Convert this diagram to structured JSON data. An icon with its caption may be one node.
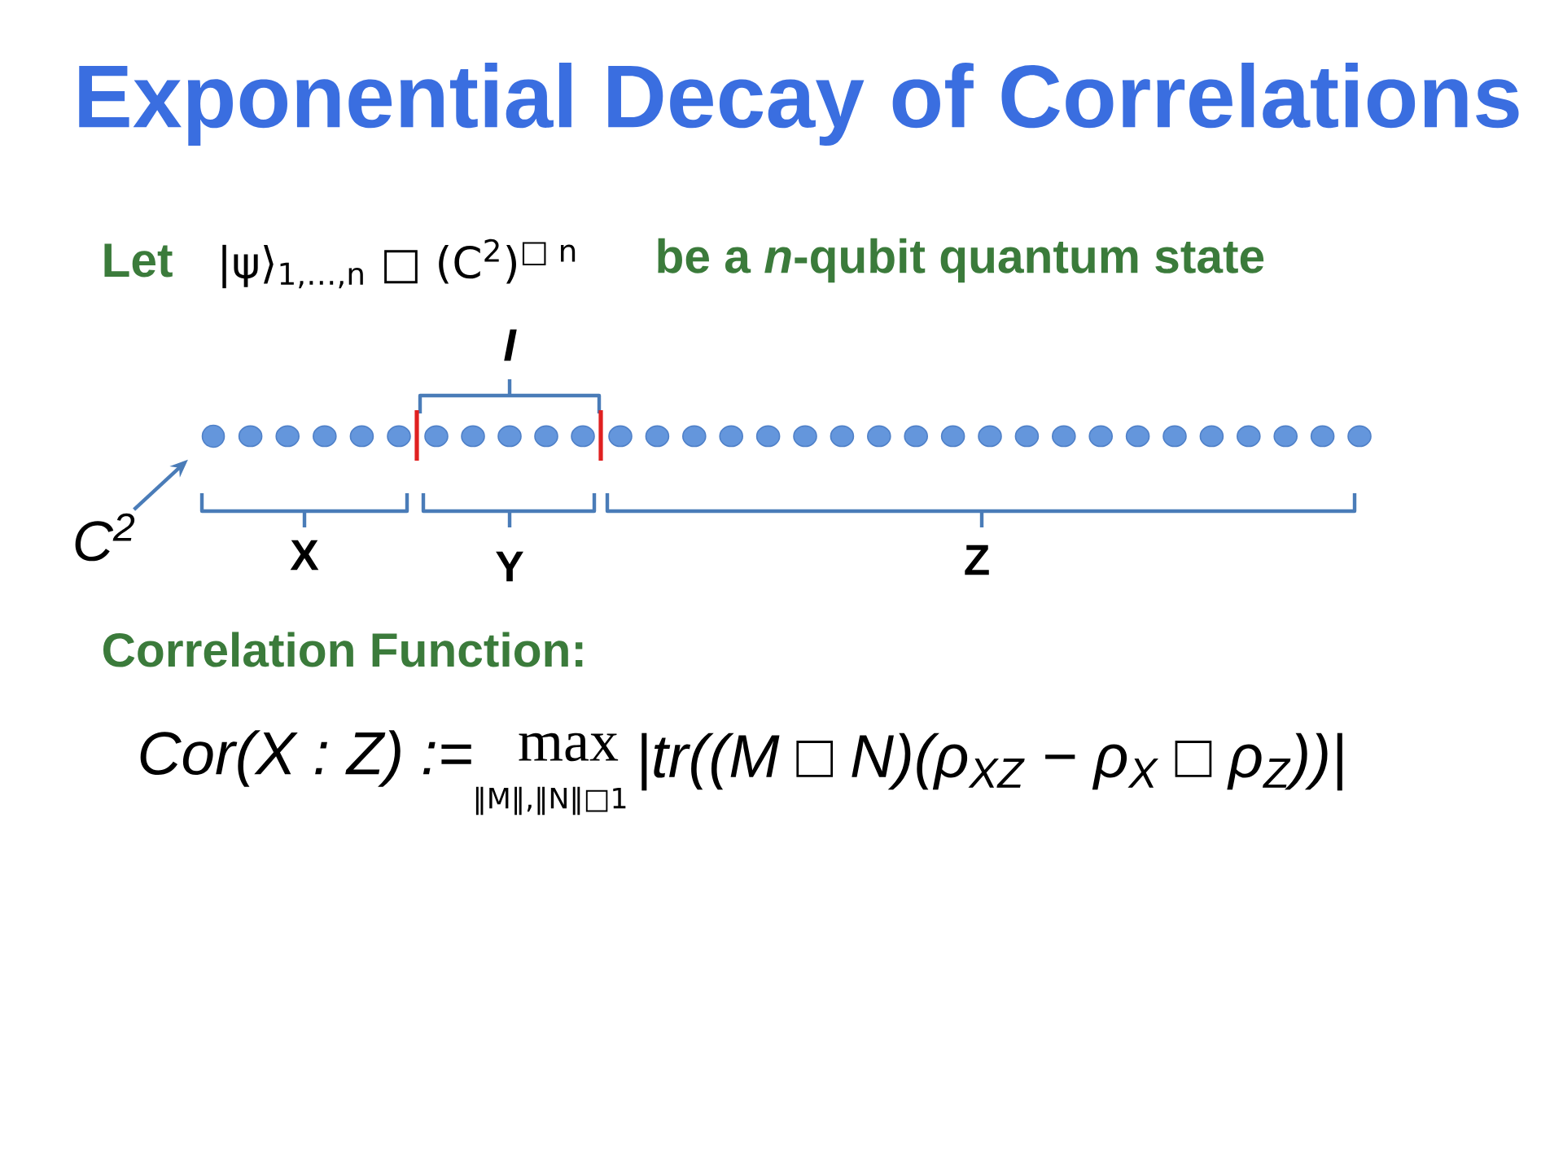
{
  "diagram": {
    "title": "Exponential Decay of Correlations",
    "nodes": [
      {
        "text": [],
        "shape": "circle"
      },
      {
        "text": [
          "C$^{2}$"
        ]
      }
    ],
    "edges": [
      {
        "from": 1,
        "to": 0,
        "arrow": "to"
      }
    ],
    "labels": [
      "Let",
      "|ψ⟩$_{1,…,n}$ □ (C$^{2}$)$^{□ n}$",
      "be a *n*-qubit quantum state",
      "I",
      "X",
      "Y",
      "Z",
      "Correlation Function:",
      "Cor(X : Z) :=",
      "max",
      "‖M‖,‖N‖□1",
      "|tr((M □ N)(ρ$_{XZ}$ − ρ$_{X}$ □ ρ$_{Z}$))|"
    ]
  }
}
